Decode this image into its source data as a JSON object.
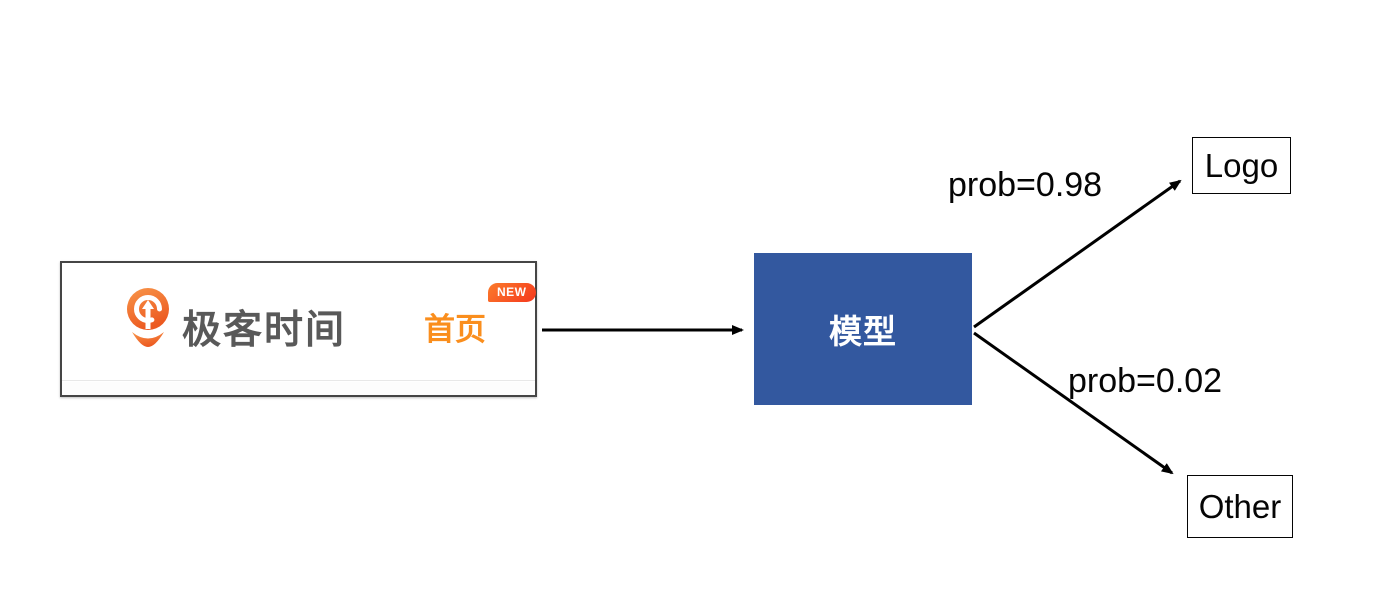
{
  "input_card": {
    "brand_name": "极客时间",
    "nav_item": "首页",
    "badge": "NEW"
  },
  "model_box": {
    "label": "模型"
  },
  "branches": [
    {
      "label": "prob=0.98",
      "target": "Logo"
    },
    {
      "label": "prob=0.02",
      "target": "Other"
    }
  ],
  "colors": {
    "model_blue": "#33589F",
    "brand_text_gray": "#595959",
    "nav_orange": "#FA8E1D",
    "badge_orange": "#F5381D",
    "badge_orange_light": "#FB7B2B",
    "logo_orange_light": "#F8964A",
    "logo_orange": "#EC5920",
    "arrow_black": "#000000"
  }
}
